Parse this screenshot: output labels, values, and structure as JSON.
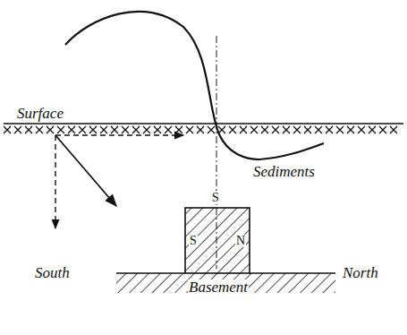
{
  "diagram": {
    "labels": [
      "Surface",
      "Sediments",
      "S",
      "S",
      "N",
      "South",
      "North",
      "Basement"
    ]
  }
}
